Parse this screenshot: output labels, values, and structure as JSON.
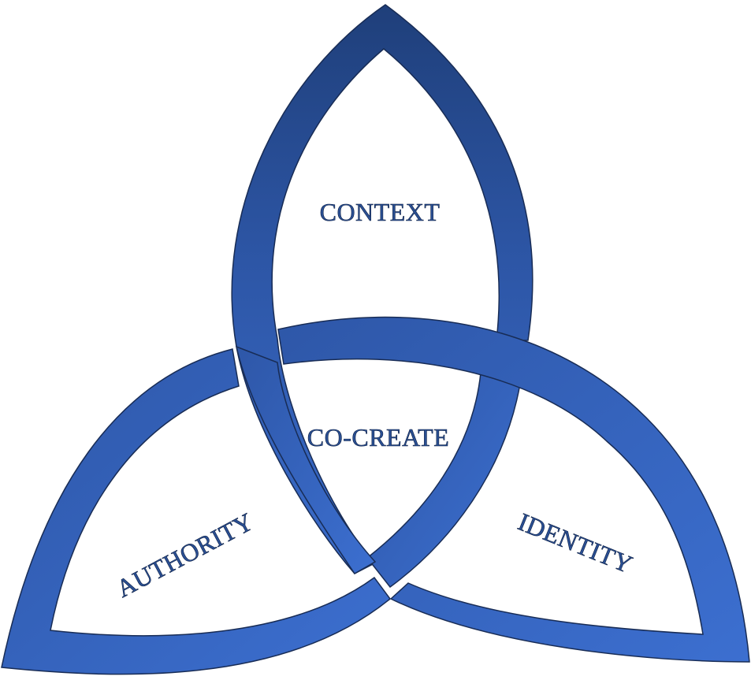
{
  "diagram": {
    "labels": {
      "top": "CONTEXT",
      "center": "CO-CREATE",
      "left": "AUTHORITY",
      "right": "IDENTITY"
    },
    "colors": {
      "band_dark": "#1f3f7a",
      "band_mid": "#2d56a6",
      "band_light": "#3a6ccb",
      "outline": "#182c55",
      "label_fill": "#2a4f93",
      "label_stroke": "#0f2145",
      "background": "#ffffff"
    }
  }
}
